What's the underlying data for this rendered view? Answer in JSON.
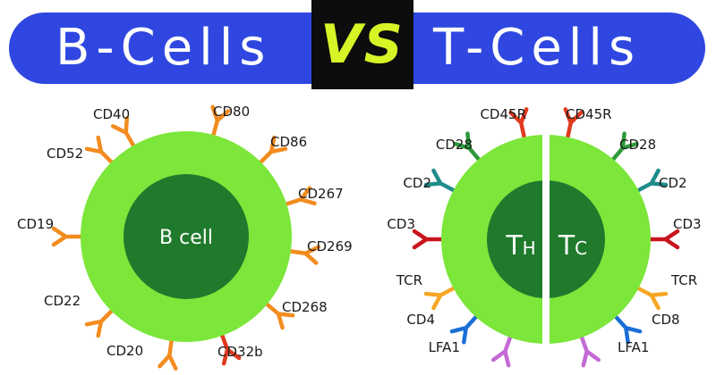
{
  "header": {
    "left_title": "B-Cells",
    "vs_label": "VS",
    "right_title": "T-Cells"
  },
  "b_cell": {
    "core_label": "B cell",
    "markers": [
      "CD40",
      "CD80",
      "CD86",
      "CD267",
      "CD269",
      "CD268",
      "CD32b",
      "CD20",
      "CD22",
      "CD19",
      "CD52"
    ]
  },
  "t_cell": {
    "helper_main": "T",
    "helper_sub": "H",
    "cytotoxic_main": "T",
    "cytotoxic_sub": "C",
    "left_markers": [
      "CD45R",
      "CD28",
      "CD2",
      "CD3",
      "TCR",
      "CD4",
      "LFA1"
    ],
    "right_markers": [
      "CD45R",
      "CD28",
      "CD2",
      "CD3",
      "TCR",
      "CD8",
      "LFA1"
    ]
  },
  "colors": {
    "banner": "#2f47e0",
    "vs_background": "#0d0d0d",
    "vs_text": "#d7f526",
    "outer_cell": "#7ce63a",
    "inner_cell": "#1f7a2c",
    "receptor_orange": "#f28c1e",
    "receptor_red": "#e03a1e",
    "receptor_green": "#2e9a3c",
    "receptor_teal": "#1f8c8c",
    "receptor_darkred": "#c8141e",
    "receptor_lightorange": "#f5a623",
    "receptor_blue": "#1a6fd6",
    "receptor_violet": "#c46ad6"
  }
}
